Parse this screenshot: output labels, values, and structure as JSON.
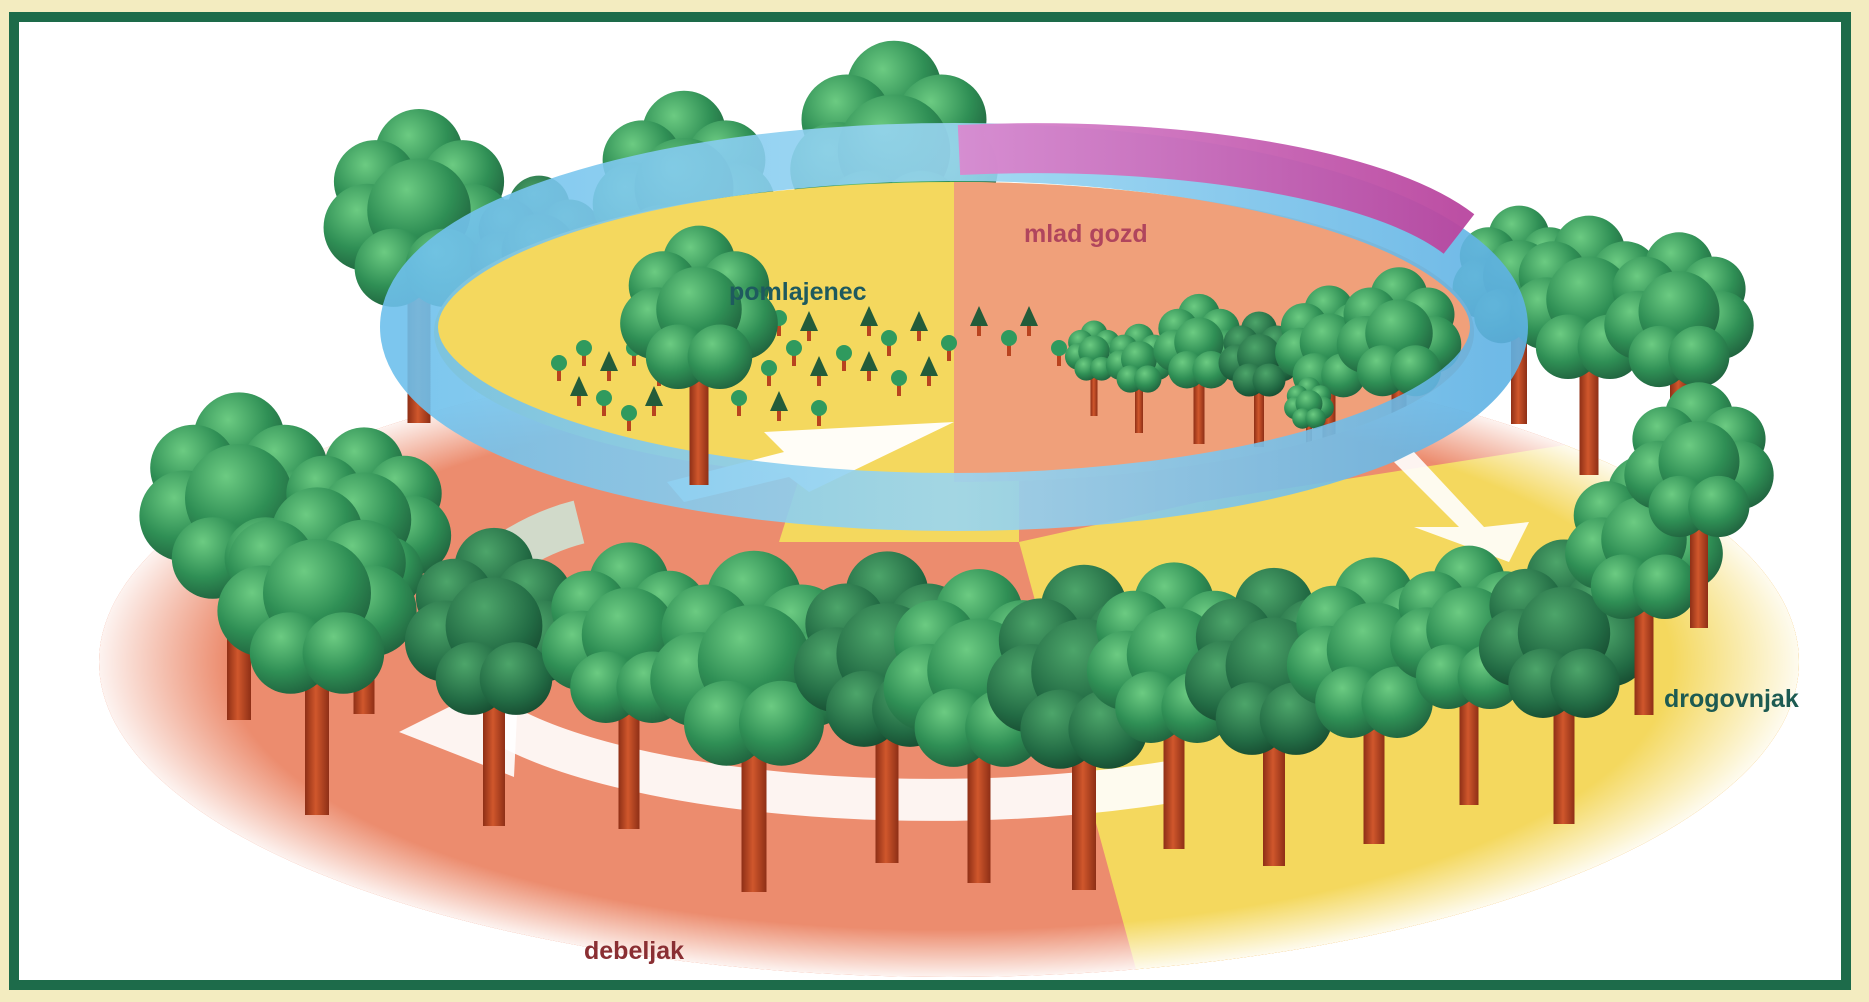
{
  "diagram": {
    "stages": [
      {
        "key": "pomlajenec",
        "label": "pomlajenec",
        "color": "#1e5a5e"
      },
      {
        "key": "mlad_gozd",
        "label": "mlad gozd",
        "color": "#b0455d"
      },
      {
        "key": "drogovnjak",
        "label": "drogovnjak",
        "color": "#1d5b52"
      },
      {
        "key": "debeljak",
        "label": "debeljak",
        "color": "#8a2f33"
      }
    ],
    "colors": {
      "frame": "#1d6b4a",
      "outer_bg": "#f3ecc0",
      "ground_red": "#ec8c6e",
      "ground_yellow": "#f4d85e",
      "cycle_ring_blue": "#72c2ec",
      "cycle_ring_pink": "#c45bb3",
      "arrow": "#ffffff",
      "trunk": "#b8431f",
      "canopy": "#2f8f55"
    },
    "icons": [
      "tree-icon",
      "cycle-arrow-icon"
    ]
  }
}
